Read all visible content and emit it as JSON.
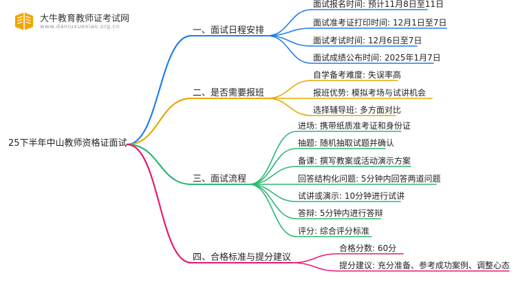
{
  "brand": {
    "name": "大牛教育教师证考试网",
    "url": "www.daniuxuexiao.org.cn"
  },
  "colors": {
    "branch1": "#1f7de8",
    "branch2": "#e8a700",
    "branch3": "#2bb870",
    "branch4": "#e8176f",
    "logo": "#f0a500"
  },
  "root": "25下半年中山教师资格证面试",
  "branches": [
    {
      "label": "一、面试日程安排",
      "color_key": "branch1",
      "leaves": [
        "面试报名时间: 预计11月8日至11日",
        "面试准考证打印时间: 12月1日至7日",
        "面试考试时间: 12月6日至7日",
        "面试成绩公布时间: 2025年1月7日"
      ]
    },
    {
      "label": "二、是否需要报班",
      "color_key": "branch2",
      "leaves": [
        "自学备考难度: 失误率高",
        "报班优势: 模拟考场与试讲机会",
        "选择辅导班: 多方面对比"
      ]
    },
    {
      "label": "三、面试流程",
      "color_key": "branch3",
      "leaves": [
        "进场: 携带纸质准考证和身份证",
        "抽题: 随机抽取试题并确认",
        "备课: 撰写教案或活动演示方案",
        "回答结构化问题: 5分钟内回答两道问题",
        "试讲或演示: 10分钟进行试讲",
        "答辩: 5分钟内进行答辩",
        "评分: 综合评分标准"
      ]
    },
    {
      "label": "四、合格标准与提分建议",
      "color_key": "branch4",
      "leaves": [
        "合格分数: 60分",
        "提分建议: 充分准备、参考成功案例、调整心态"
      ]
    }
  ]
}
